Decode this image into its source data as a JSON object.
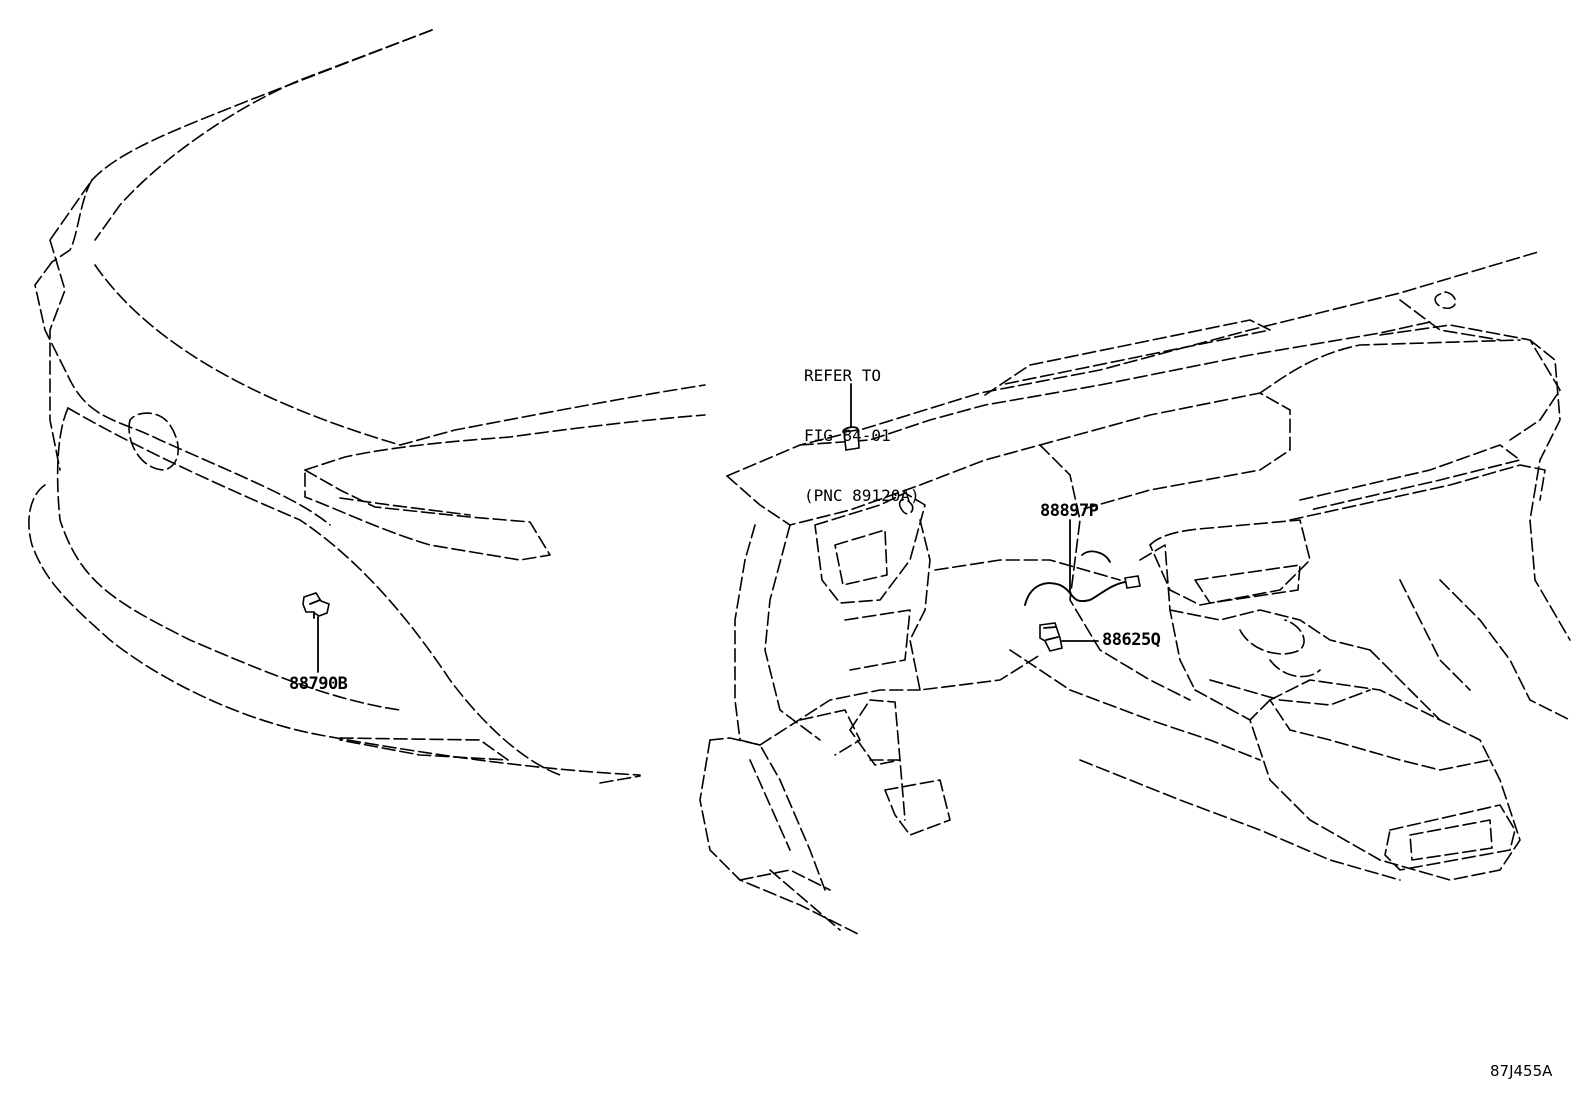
{
  "callouts": {
    "refer_line1": "REFER TO",
    "refer_line2": "FIG 84-01",
    "refer_line3": "(PNC 89120A)",
    "part_88790B": "88790B",
    "part_88897P": "88897P",
    "part_88625Q": "88625Q"
  },
  "illustration_code": "87J455A",
  "views": {
    "left": "front-bumper",
    "right": "instrument-panel"
  },
  "icons": [
    "front-sensor-icon",
    "harness-clamp-icon",
    "interior-sensor-icon",
    "bracket-icon"
  ]
}
